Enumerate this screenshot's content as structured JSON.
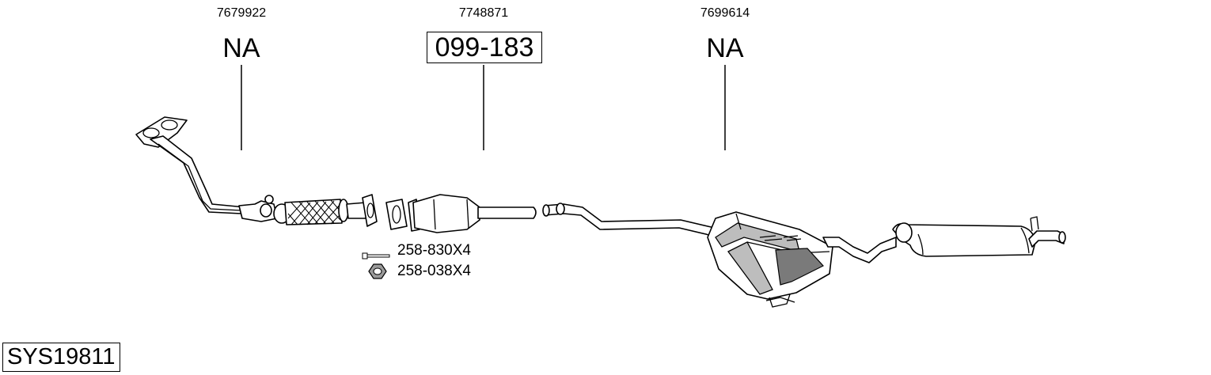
{
  "parts": [
    {
      "oe_number": "7679922",
      "part_code": "NA",
      "boxed": false
    },
    {
      "oe_number": "7748871",
      "part_code": "099-183",
      "boxed": true
    },
    {
      "oe_number": "7699614",
      "part_code": "NA",
      "boxed": false
    }
  ],
  "hardware": [
    {
      "code": "258-830X4",
      "icon": "bolt-icon"
    },
    {
      "code": "258-038X4",
      "icon": "nut-icon"
    }
  ],
  "system_code": "SYS19811"
}
